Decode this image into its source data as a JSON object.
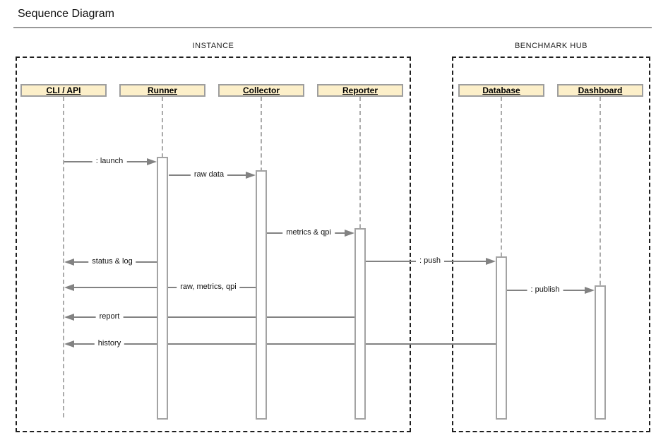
{
  "title": "Sequence Diagram",
  "frames": [
    {
      "label": "INSTANCE"
    },
    {
      "label": "BENCHMARK HUB"
    }
  ],
  "participants": [
    {
      "name": "CLI / API"
    },
    {
      "name": "Runner"
    },
    {
      "name": "Collector"
    },
    {
      "name": "Reporter"
    },
    {
      "name": "Database"
    },
    {
      "name": "Dashboard"
    }
  ],
  "messages": [
    {
      "label": ": launch",
      "from": "CLI / API",
      "to": "Runner"
    },
    {
      "label": "raw data",
      "from": "Runner",
      "to": "Collector"
    },
    {
      "label": "metrics & qpi",
      "from": "Collector",
      "to": "Reporter"
    },
    {
      "label": "status & log",
      "from": "Runner",
      "to": "CLI / API"
    },
    {
      "label": ": push",
      "from": "Reporter",
      "to": "Database"
    },
    {
      "label": "raw, metrics, qpi",
      "from": "Collector",
      "to": "CLI / API"
    },
    {
      "label": ": publish",
      "from": "Database",
      "to": "Dashboard"
    },
    {
      "label": "report",
      "from": "Reporter",
      "to": "CLI / API"
    },
    {
      "label": "history",
      "from": "Database",
      "to": "CLI / API"
    }
  ],
  "colors": {
    "head_fill": "#FCEFC9",
    "head_border": "#9E9E9E",
    "message_line": "#828282",
    "lifeline": "#ABABAB",
    "frame_border": "#1F1F1F",
    "title_rule": "#999999",
    "text": "#000000"
  }
}
